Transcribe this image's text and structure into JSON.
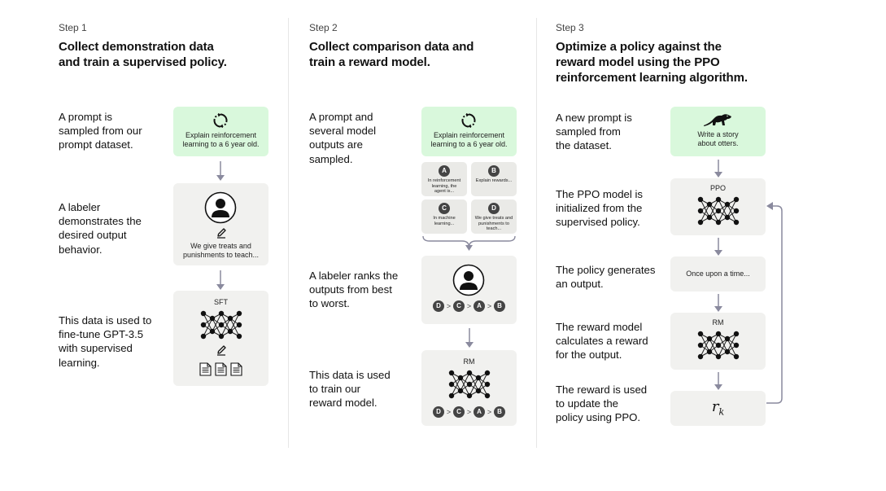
{
  "steps": [
    {
      "label": "Step 1",
      "title": "Collect demonstration data\nand train a supervised policy.",
      "descriptions": [
        "A prompt is\nsampled from our\nprompt dataset.",
        "A labeler\ndemonstrates the\ndesired output\nbehavior.",
        "This data is used to\nfine-tune GPT-3.5\nwith supervised\nlearning."
      ],
      "prompt_text": "Explain reinforcement\nlearning to a 6 year old.",
      "demo_text": "We give treats and\npunishments to teach...",
      "model_label": "SFT"
    },
    {
      "label": "Step 2",
      "title": "Collect comparison data and\ntrain a reward model.",
      "descriptions": [
        "A prompt and\nseveral model\noutputs are\nsampled.",
        "A labeler ranks the\noutputs from best\nto worst.",
        "This data is used\nto train our\nreward model."
      ],
      "prompt_text": "Explain reinforcement\nlearning to a 6 year old.",
      "outputs": [
        {
          "letter": "A",
          "text": "In reinforcement\nlearning, the\nagent is..."
        },
        {
          "letter": "B",
          "text": "Explain rewards..."
        },
        {
          "letter": "C",
          "text": "In machine\nlearning..."
        },
        {
          "letter": "D",
          "text": "We give treats and\npunishments to\nteach..."
        }
      ],
      "ranking": [
        "D",
        "C",
        "A",
        "B"
      ],
      "ranking_separator": ">",
      "model_label": "RM"
    },
    {
      "label": "Step 3",
      "title": "Optimize a policy against the\nreward model using the PPO\nreinforcement learning algorithm.",
      "descriptions": [
        "A new prompt is\nsampled from\nthe dataset.",
        "The PPO model is\ninitialized from the\nsupervised policy.",
        "The policy generates\nan output.",
        "The reward model\ncalculates a reward\nfor the output.",
        "The reward is used\nto update the\npolicy using PPO."
      ],
      "prompt_text": "Write a story\nabout otters.",
      "policy_label": "PPO",
      "output_text": "Once upon a time...",
      "reward_model_label": "RM",
      "reward_symbol": "r",
      "reward_subscript": "k"
    }
  ],
  "colors": {
    "prompt_box": "#d9f8dc",
    "card": "#f1f1ef",
    "arrow": "#8a8a9e",
    "circle": "#444444"
  },
  "icons": [
    "refresh-icon",
    "person-icon",
    "pencil-icon",
    "neural-network-icon",
    "document-icon",
    "otter-icon",
    "brace-icon",
    "arrow-down-icon",
    "feedback-arrow-icon"
  ]
}
